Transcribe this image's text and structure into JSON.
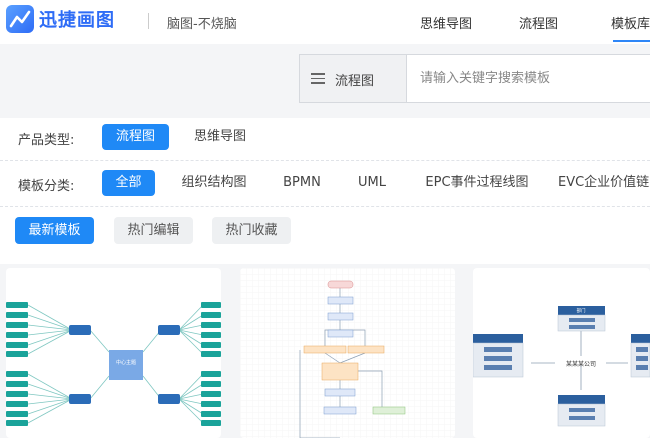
{
  "header": {
    "logo_text": "迅捷画图",
    "slogan": "脑图-不烧脑",
    "nav": [
      "思维导图",
      "流程图",
      "模板库"
    ]
  },
  "search": {
    "type_label": "流程图",
    "placeholder": "请输入关键字搜索模板"
  },
  "filters": {
    "product": {
      "label": "产品类型:",
      "options": [
        "流程图",
        "思维导图"
      ],
      "active": "流程图"
    },
    "category": {
      "label": "模板分类:",
      "options": [
        "全部",
        "组织结构图",
        "BPMN",
        "UML",
        "EPC事件过程线图",
        "EVC企业价值链"
      ],
      "active": "全部"
    },
    "sort": {
      "options": [
        "最新模板",
        "热门编辑",
        "热门收藏"
      ],
      "active": "最新模板"
    }
  },
  "cards": [
    {
      "center_label": "中心主题"
    },
    {},
    {
      "center_label": "某某某公司",
      "box_label": "部门"
    }
  ],
  "colors": {
    "accent": "#1f89f6",
    "teal": "#1aa39a",
    "navy": "#2b5f9e"
  }
}
